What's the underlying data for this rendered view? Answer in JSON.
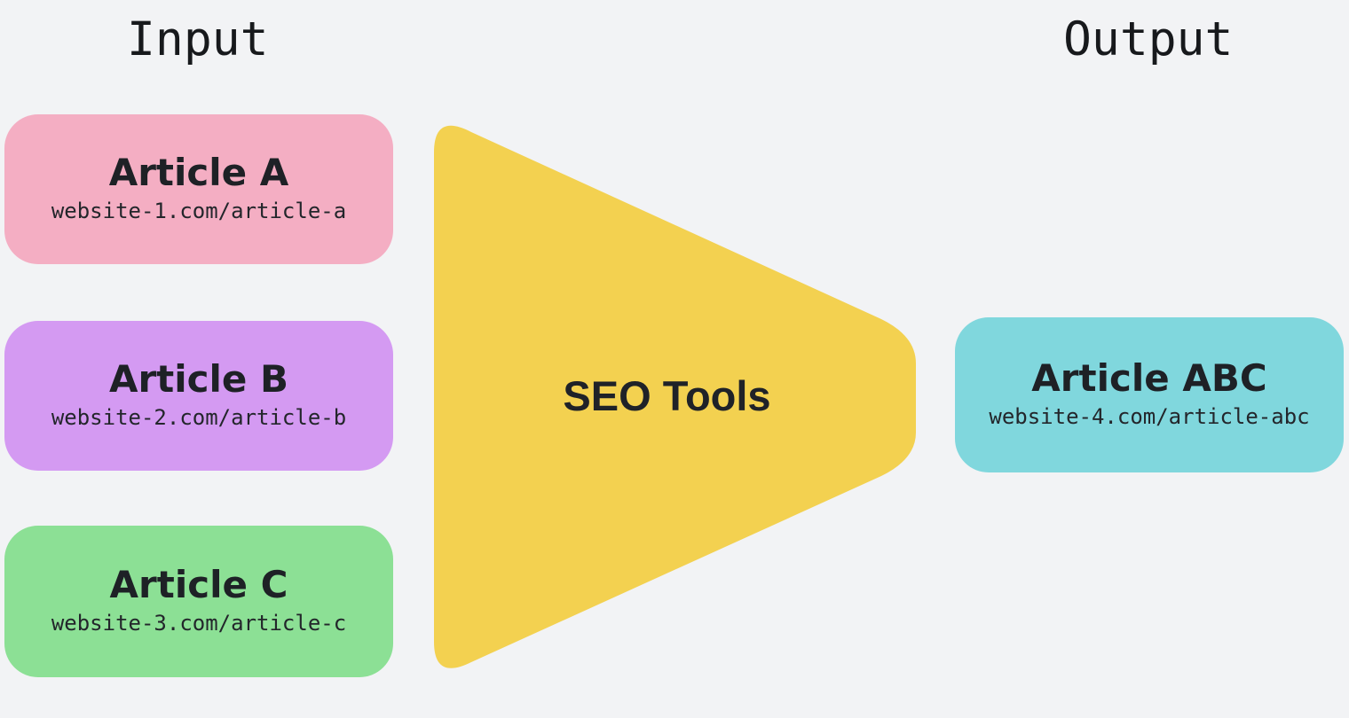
{
  "background_color": "#f2f3f5",
  "headings": {
    "input": "Input",
    "output": "Output"
  },
  "inputs": [
    {
      "title": "Article A",
      "url": "website-1.com/article-a",
      "color": "#f4aec3"
    },
    {
      "title": "Article B",
      "url": "website-2.com/article-b",
      "color": "#d49af2"
    },
    {
      "title": "Article C",
      "url": "website-3.com/article-c",
      "color": "#8ce095"
    }
  ],
  "process": {
    "label": "SEO Tools",
    "color": "#f3d150"
  },
  "output": {
    "title": "Article ABC",
    "url": "website-4.com/article-abc",
    "color": "#80d7dd"
  },
  "text_color": "#1e2126"
}
